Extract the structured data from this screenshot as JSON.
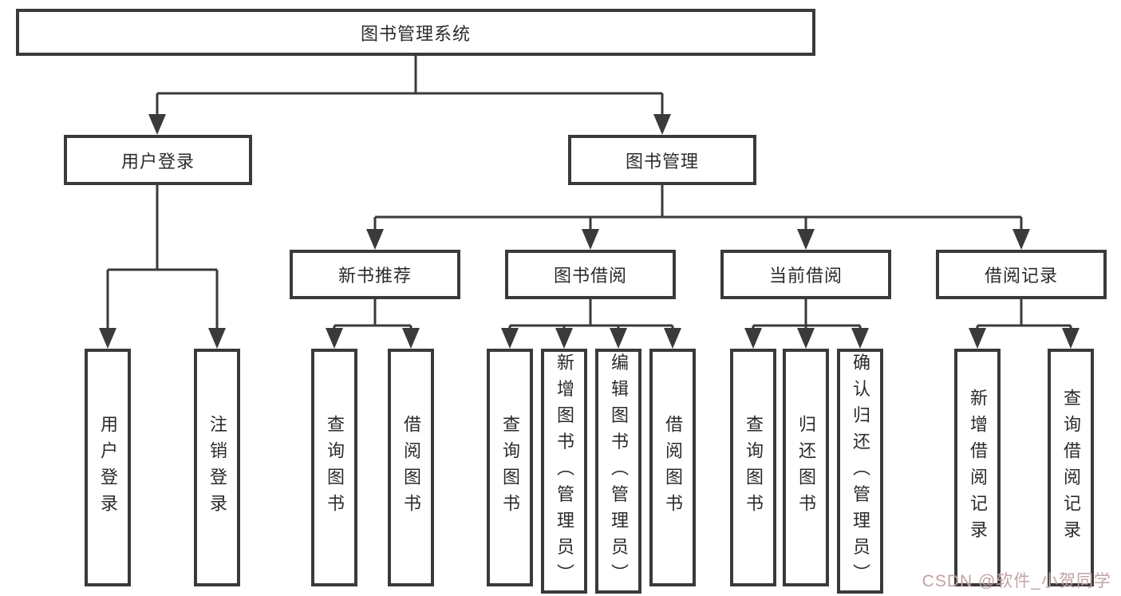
{
  "diagram_title": "图书管理系统",
  "nodes": {
    "system": {
      "label": "图书管理系统"
    },
    "user_login": {
      "label": "用户登录",
      "children": [
        {
          "label": "用户登录"
        },
        {
          "label": "注销登录"
        }
      ]
    },
    "book_management": {
      "label": "图书管理"
    },
    "new_book": {
      "label": "新书推荐",
      "children": [
        {
          "label": "查询图书"
        },
        {
          "label": "借阅图书"
        }
      ]
    },
    "book_borrow": {
      "label": "图书借阅",
      "children": [
        {
          "label": "查询图书"
        },
        {
          "label": "新增图书（管理员）"
        },
        {
          "label": "编辑图书（管理员）"
        },
        {
          "label": "借阅图书"
        }
      ]
    },
    "current_borrow": {
      "label": "当前借阅",
      "children": [
        {
          "label": "查询图书"
        },
        {
          "label": "归还图书"
        },
        {
          "label": "确认归还（管理员）"
        }
      ]
    },
    "borrow_record": {
      "label": "借阅记录",
      "children": [
        {
          "label": "新增借阅记录"
        },
        {
          "label": "查询借阅记录"
        }
      ]
    }
  },
  "watermark": {
    "text": "CSDN @软件_小贺同学"
  },
  "colors": {
    "line": "#3a3a3a",
    "text": "#2b2b2b",
    "watermark": "#c2a3a3",
    "background": "#ffffff"
  }
}
